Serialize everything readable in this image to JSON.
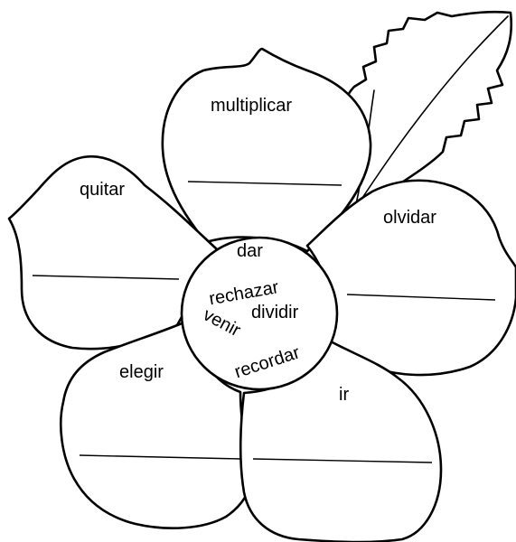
{
  "petals": {
    "top": {
      "word": "multiplicar",
      "blank": ""
    },
    "upper_left": {
      "word": "quitar",
      "blank": ""
    },
    "right": {
      "word": "olvidar",
      "blank": ""
    },
    "lower_left": {
      "word": "elegir",
      "blank": ""
    },
    "lower_right": {
      "word": "ir",
      "blank": ""
    }
  },
  "center": {
    "words": [
      "dar",
      "rechazar",
      "dividir",
      "venir",
      "recordar"
    ]
  },
  "colors": {
    "ink": "#000000",
    "paper": "#ffffff"
  }
}
